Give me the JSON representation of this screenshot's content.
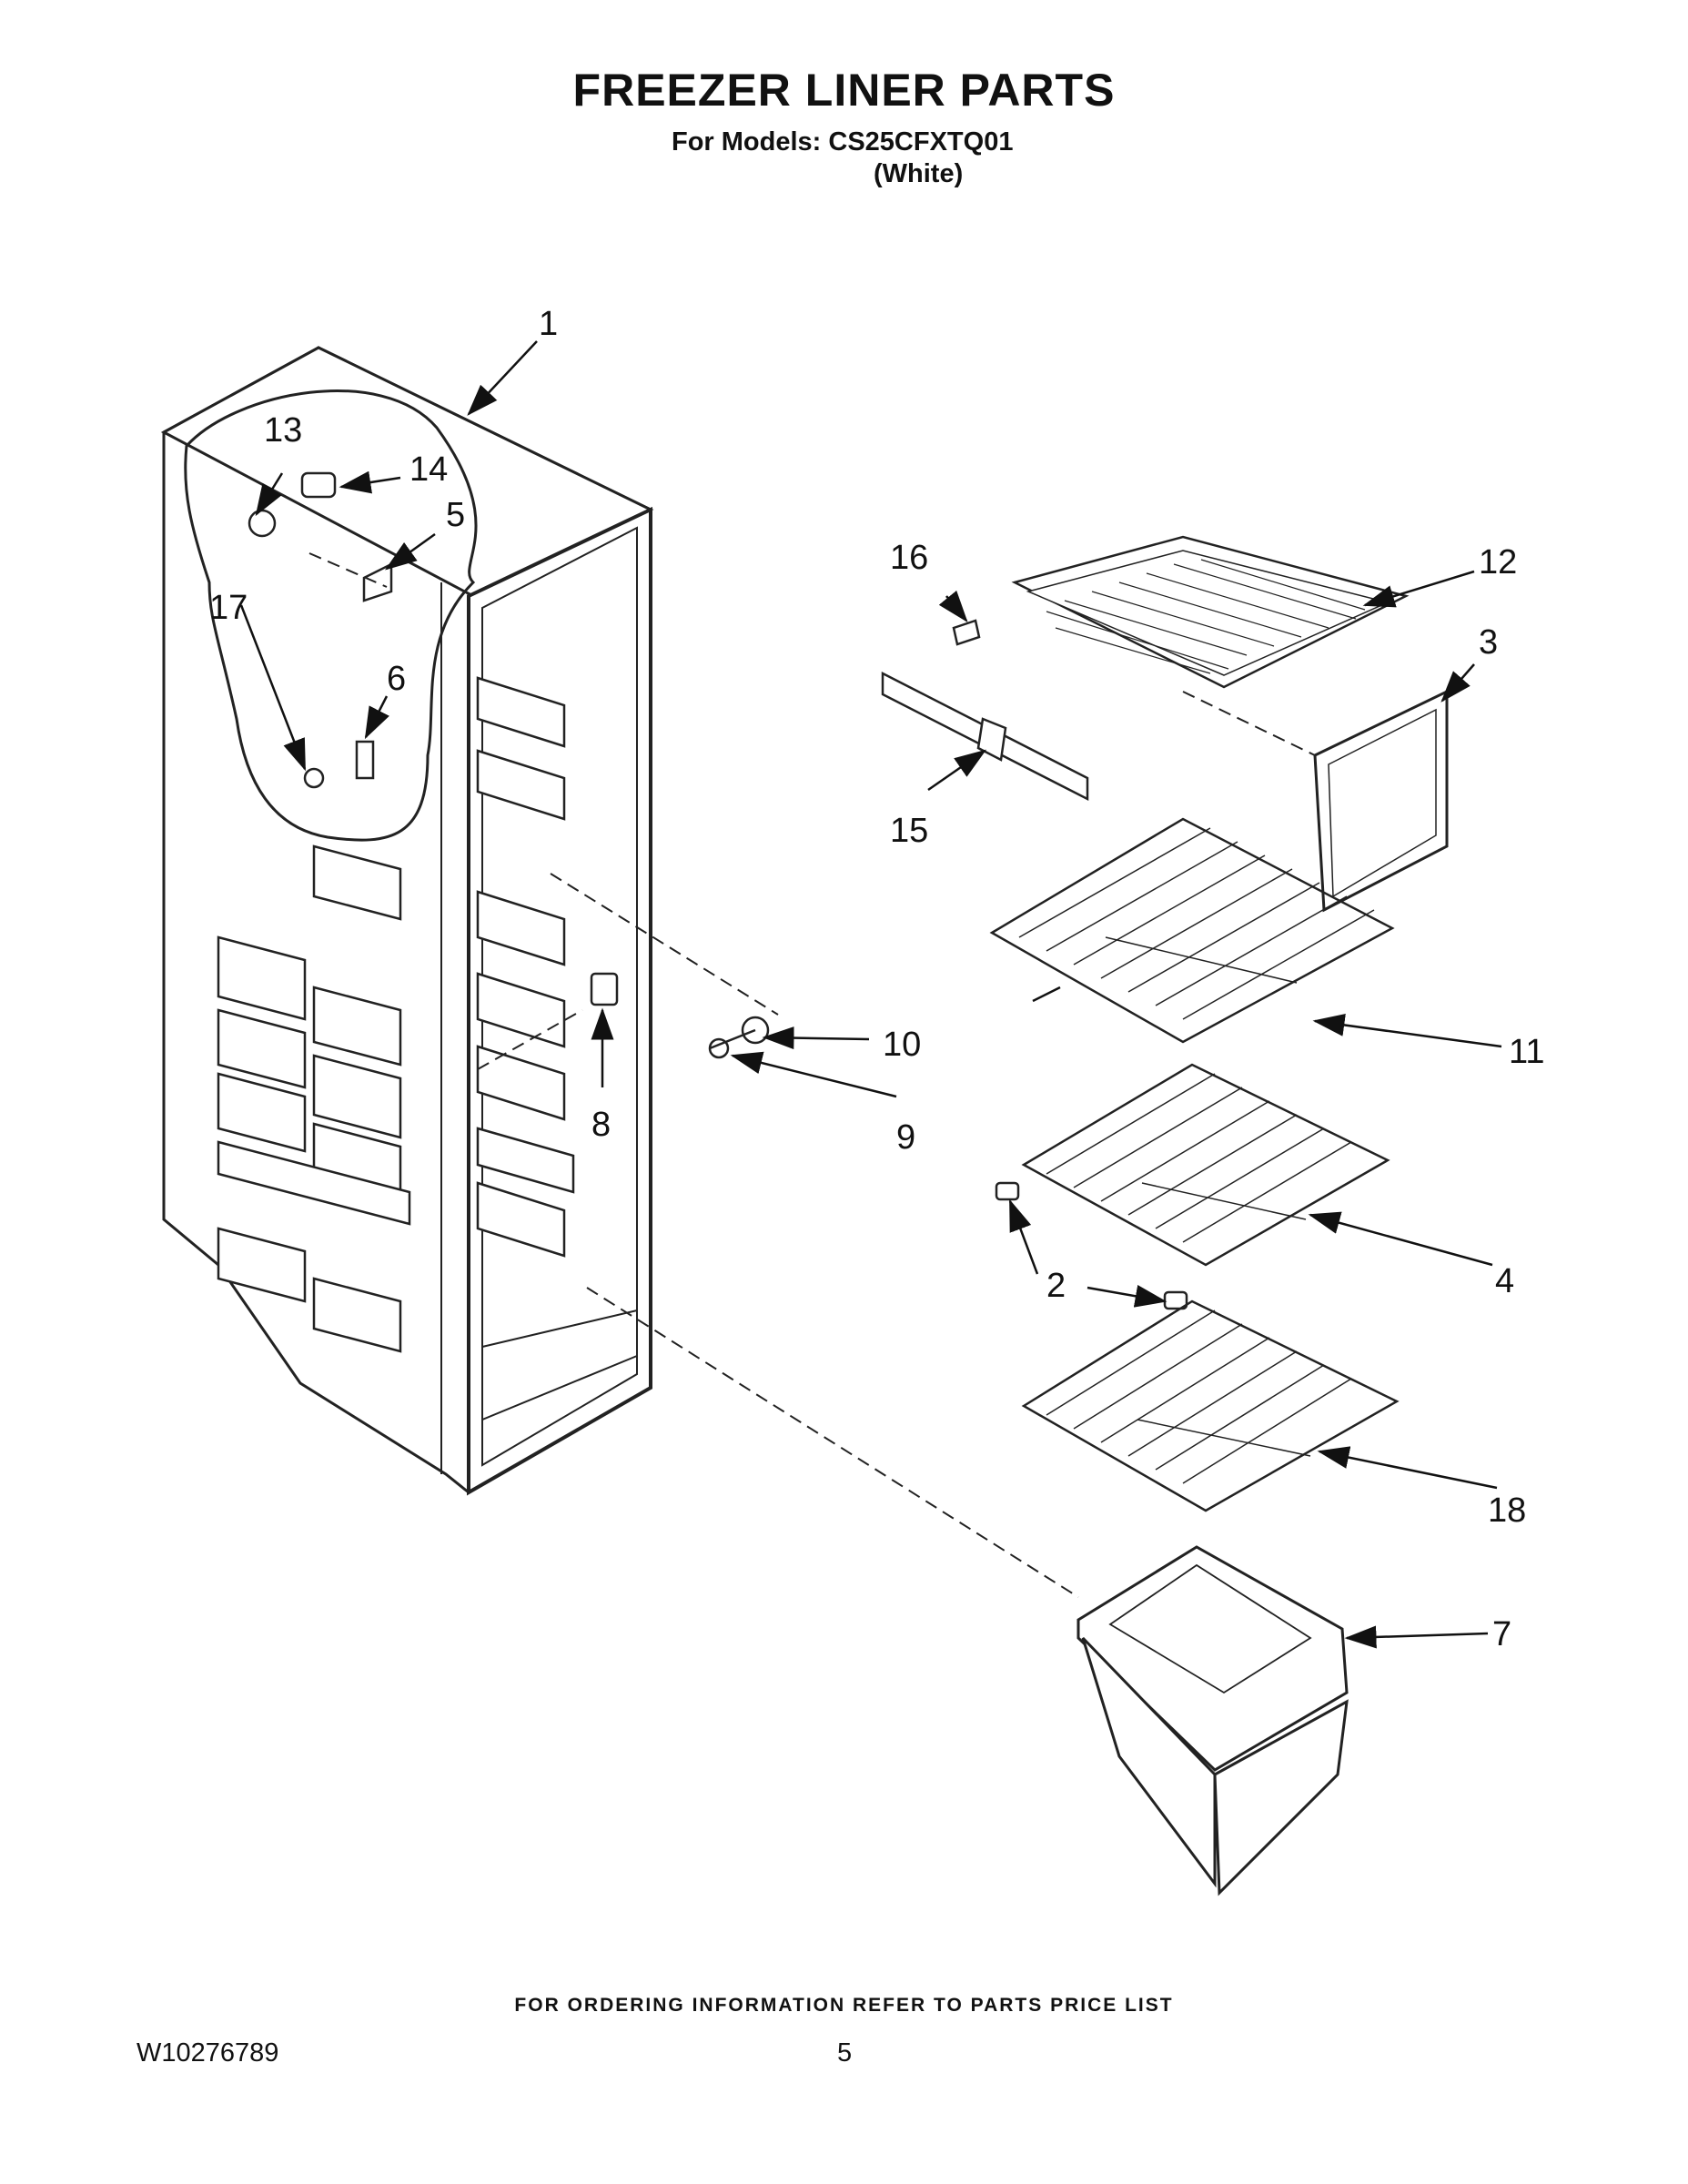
{
  "header": {
    "title": "FREEZER LINER PARTS",
    "models_line": "For Models: CS25CFXTQ01",
    "color_line": "(White)"
  },
  "diagram": {
    "callouts": [
      "1",
      "2",
      "3",
      "4",
      "5",
      "6",
      "7",
      "8",
      "9",
      "10",
      "11",
      "12",
      "13",
      "14",
      "15",
      "16",
      "17",
      "18"
    ]
  },
  "footer": {
    "ordering_note": "FOR ORDERING INFORMATION REFER TO PARTS PRICE LIST",
    "document_number": "W10276789",
    "page_number": "5"
  }
}
